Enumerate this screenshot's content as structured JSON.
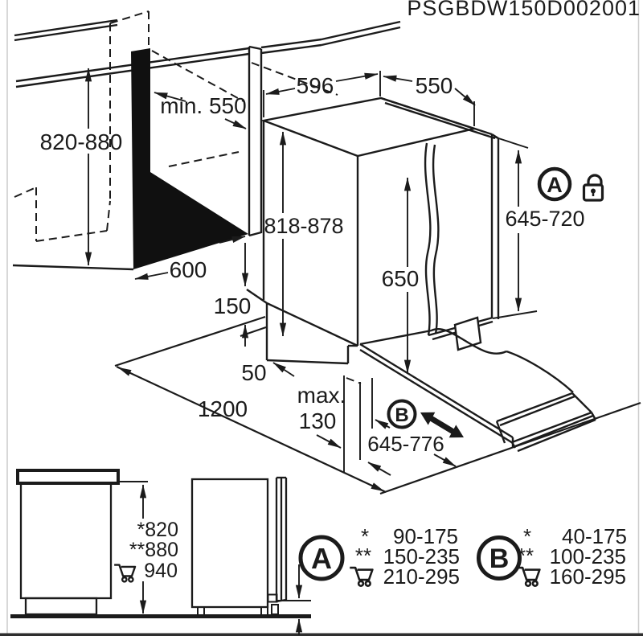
{
  "title": "PSGBDW150D002001",
  "colors": {
    "line": "#1b1b1b",
    "background": "#ffffff"
  },
  "main_diagram": {
    "dims": {
      "niche_height": "820-880",
      "niche_min_depth": "min. 550",
      "niche_width": "600",
      "appliance_width": "596",
      "appliance_depth": "550",
      "appliance_height": "818-878",
      "door_height": "650",
      "furniture_panel_height": "645-720",
      "plinth_gap": "150",
      "base_recess": "50",
      "front_clearance": "1200",
      "plinth_max_label": "max.",
      "plinth_max_value": "130",
      "door_reach": "645-776"
    },
    "ref_a": "A",
    "ref_b": "B",
    "icons": {
      "lock": "lock-icon",
      "slide": "slide-double-arrow"
    }
  },
  "side_views": {
    "rows": [
      {
        "text": "*820"
      },
      {
        "text": "**880"
      },
      {
        "text": "940",
        "icon": "cart-icon"
      }
    ]
  },
  "tables": {
    "a": {
      "label": "A",
      "rows": [
        {
          "prefix": "*",
          "value": "90-175"
        },
        {
          "prefix": "**",
          "value": "150-235"
        },
        {
          "prefix": "cart-icon",
          "value": "210-295"
        }
      ]
    },
    "b": {
      "label": "B",
      "rows": [
        {
          "prefix": "*",
          "value": "40-175"
        },
        {
          "prefix": "**",
          "value": "100-235"
        },
        {
          "prefix": "cart-icon",
          "value": "160-295"
        }
      ]
    }
  }
}
